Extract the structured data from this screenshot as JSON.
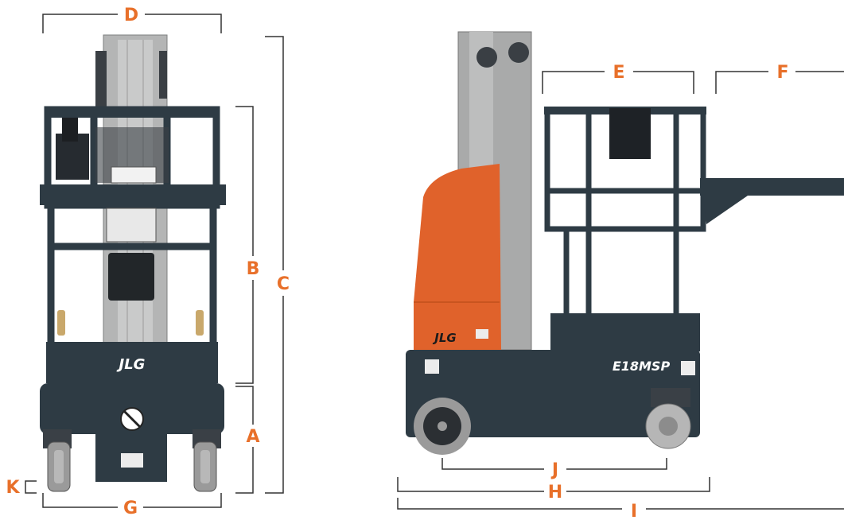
{
  "labels": {
    "A": "A",
    "B": "B",
    "C": "C",
    "D": "D",
    "E": "E",
    "F": "F",
    "G": "G",
    "H": "H",
    "I": "I",
    "J": "J",
    "K": "K"
  },
  "branding": {
    "logo": "JLG",
    "model": "E18MSP"
  },
  "colors": {
    "accent": "#E8702A",
    "chassis": "#2E3B44",
    "mast": "#A9AAAA",
    "tire": "#9A9A9A",
    "hood": "#E0622B"
  }
}
